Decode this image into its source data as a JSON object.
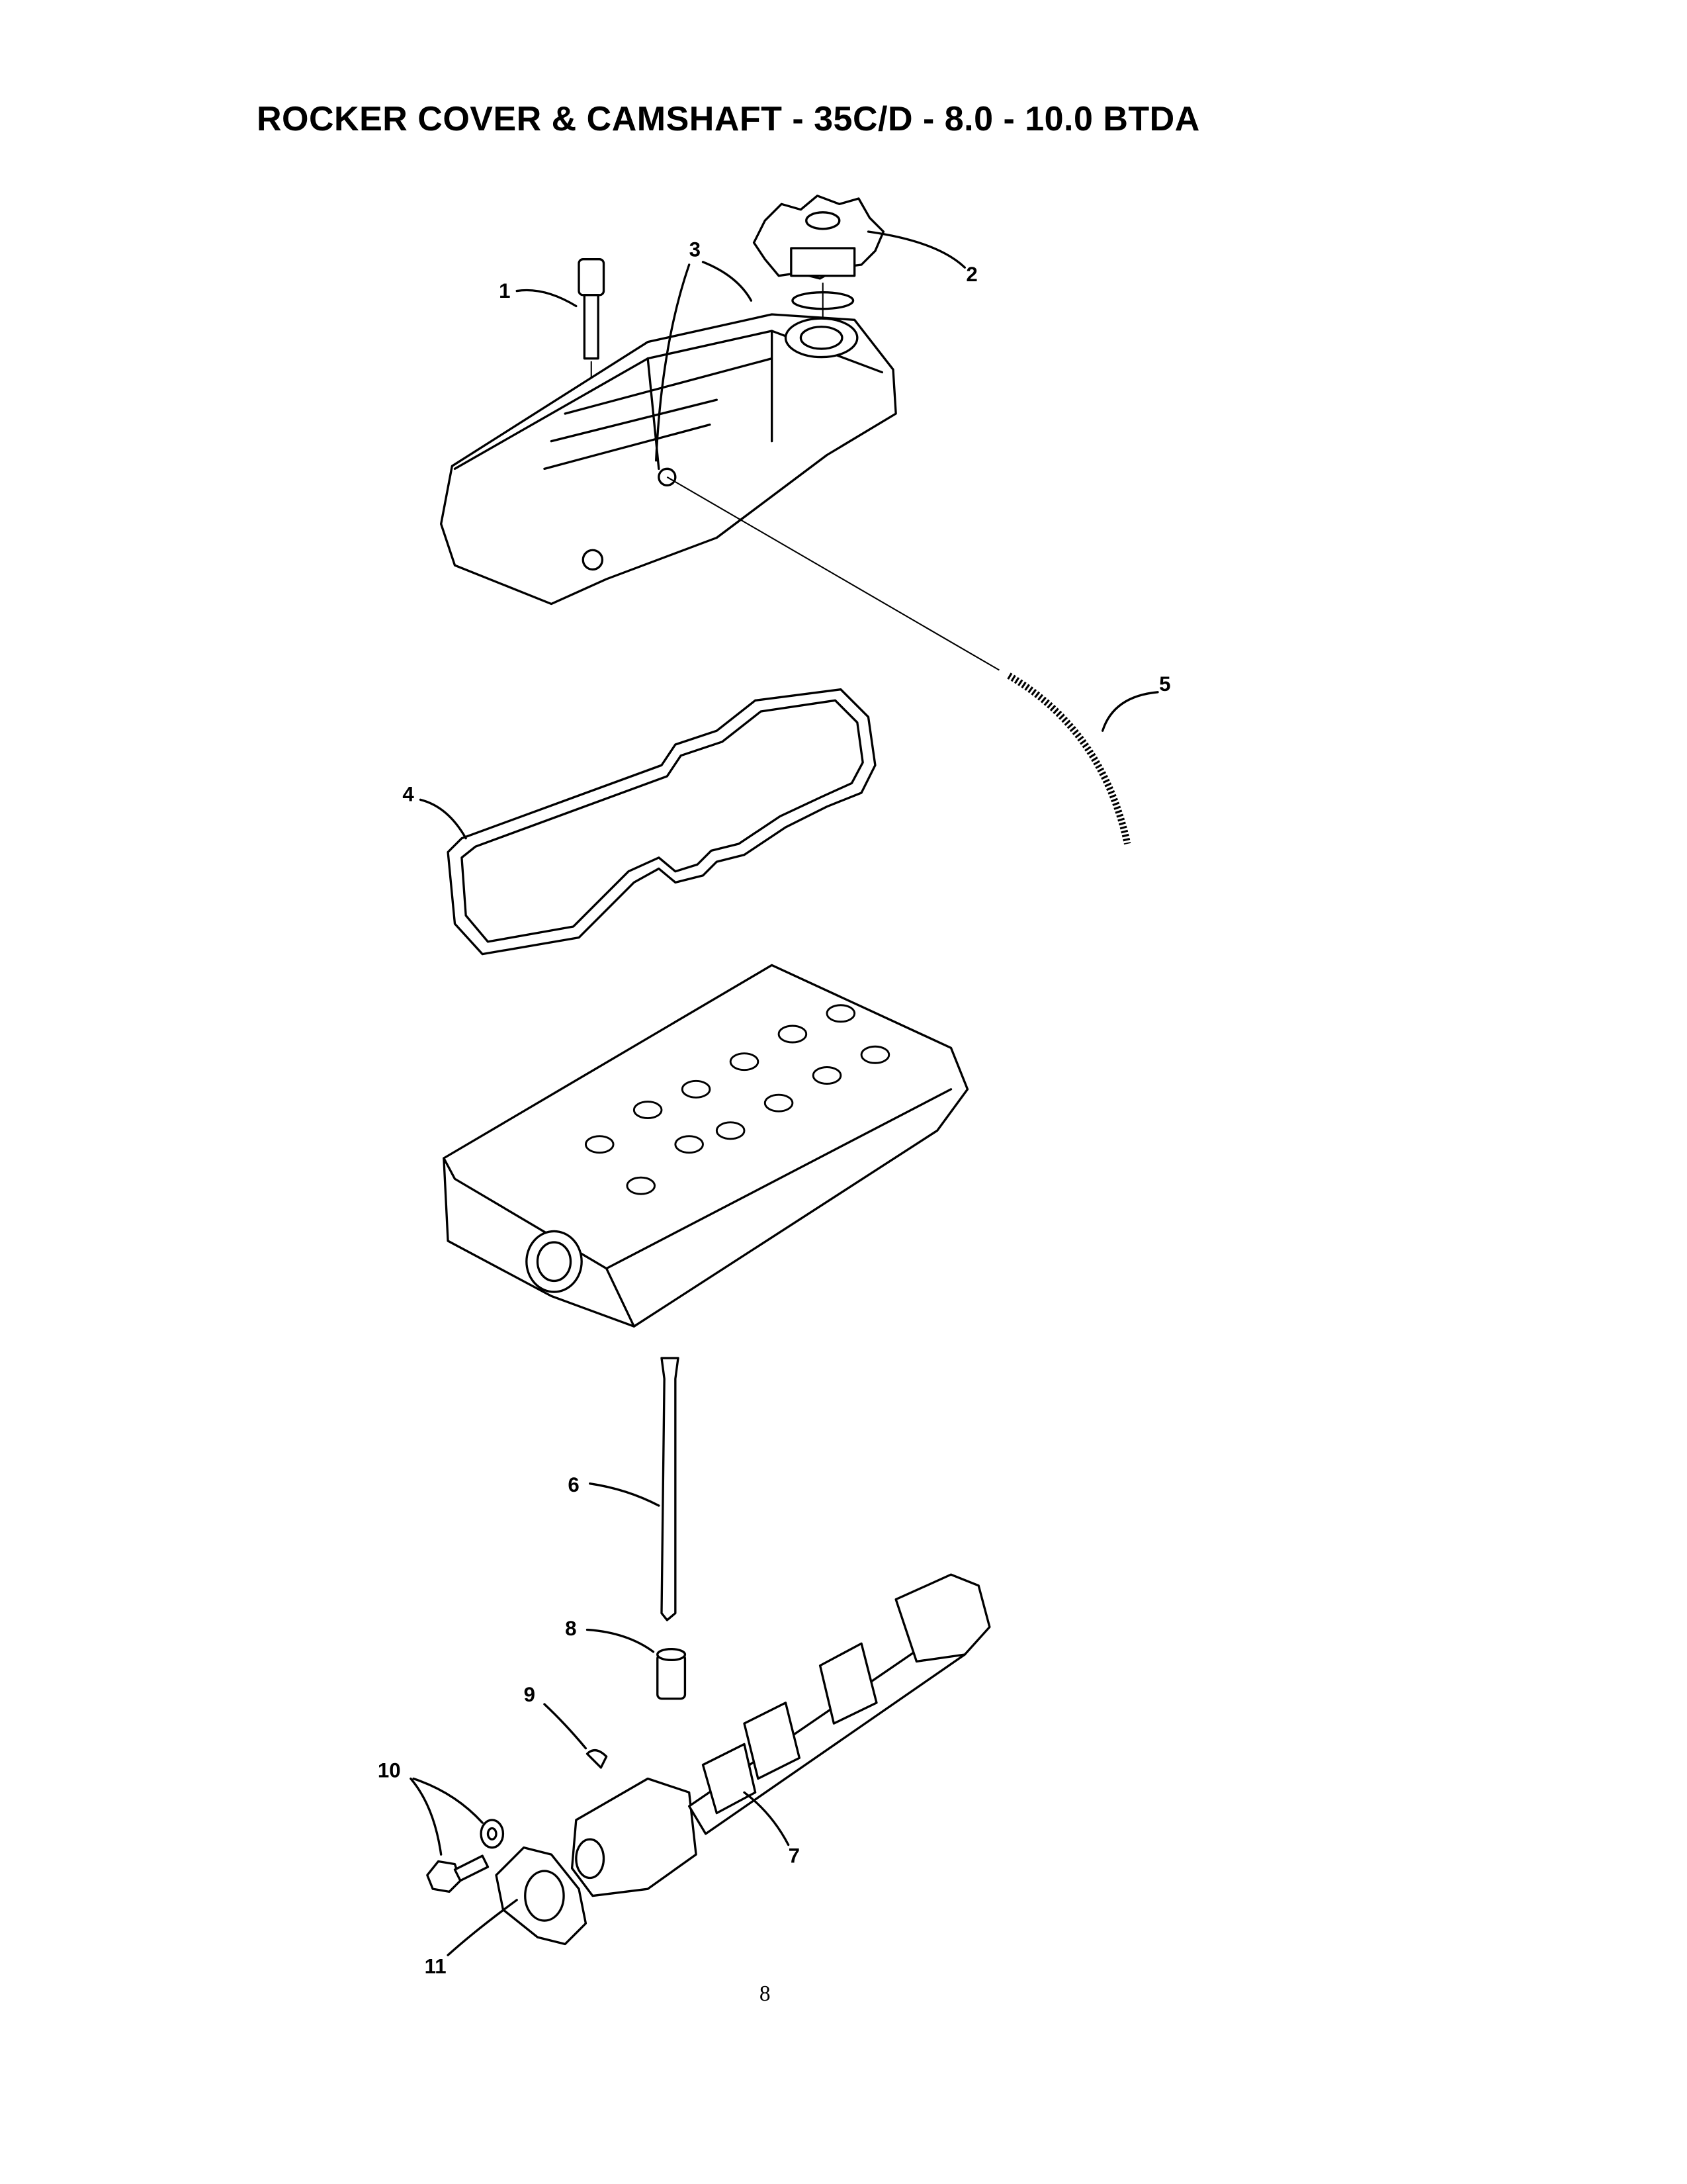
{
  "title": "ROCKER COVER & CAMSHAFT - 35C/D - 8.0 - 10.0 BTDA",
  "callouts": [
    "1",
    "2",
    "3",
    "4",
    "5",
    "6",
    "7",
    "8",
    "9",
    "10",
    "11"
  ],
  "page_number": "8"
}
